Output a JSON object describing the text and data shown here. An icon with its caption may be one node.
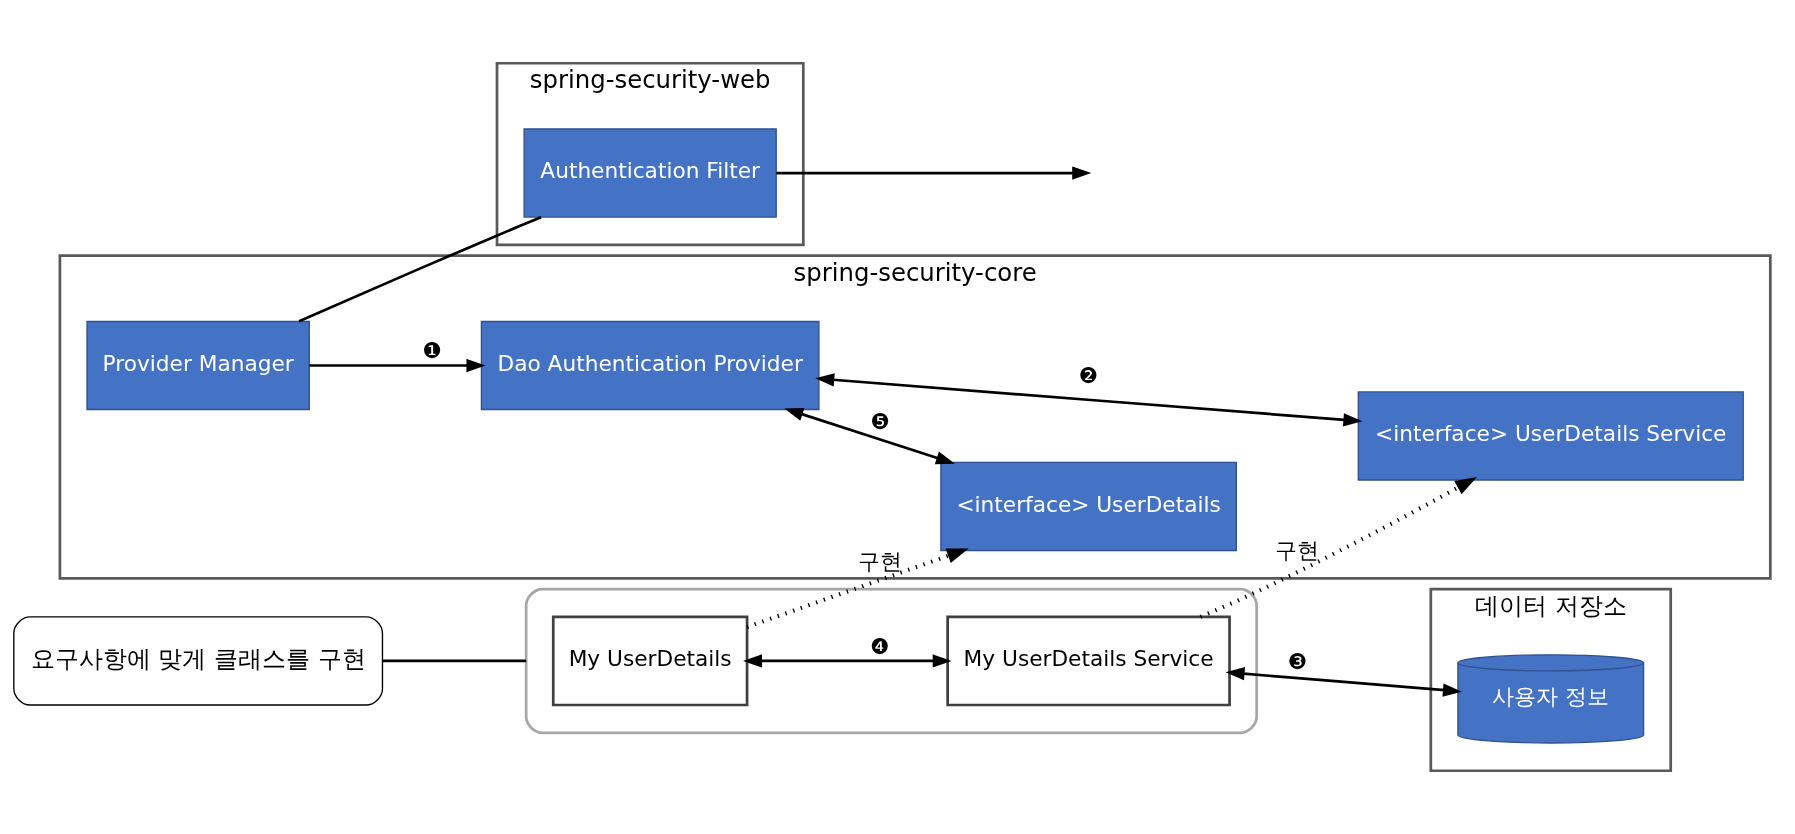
{
  "diagram": {
    "nodes": [
      {
        "text": [
          "spring-security-web"
        ]
      },
      {
        "text": [
          "Authentication Filter"
        ],
        "in": 0
      },
      {
        "text": [
          "spring-security-core"
        ]
      },
      {
        "text": [
          "Provider Manager"
        ],
        "in": 2
      },
      {
        "text": [
          "Dao Authentication Provider"
        ],
        "in": 2
      },
      {
        "text": [
          "<interface> UserDetails"
        ],
        "in": 2
      },
      {
        "text": [
          "<interface> UserDetails Service"
        ],
        "in": 2
      },
      {
        "text": [],
        "shape": "box"
      },
      {
        "text": [
          "My UserDetails"
        ],
        "in": 7
      },
      {
        "text": [
          "My UserDetails Service"
        ],
        "in": 7
      },
      {
        "text": [
          "데이터 저장소"
        ]
      },
      {
        "text": [
          "사용자 정보"
        ],
        "in": 10
      },
      {
        "text": [
          "요구사항에 맞게 클래스를 구현"
        ]
      }
    ],
    "edges": [
      {
        "from": 3,
        "to": 1,
        "arrow": "none"
      },
      {
        "from": 1,
        "to": null,
        "arrow": "to"
      },
      {
        "from": 3,
        "to": 4,
        "arrow": "to",
        "label": "❶"
      },
      {
        "from": 4,
        "to": 6,
        "arrow": "both",
        "label": "❷"
      },
      {
        "from": 9,
        "to": 11,
        "arrow": "both",
        "label": "❸"
      },
      {
        "from": 8,
        "to": 9,
        "arrow": "both",
        "label": "❹"
      },
      {
        "from": 4,
        "to": 5,
        "arrow": "both",
        "label": "❺"
      },
      {
        "from": 8,
        "to": 5,
        "arrow": "to",
        "label": "구현",
        "style": "dashed"
      },
      {
        "from": 9,
        "to": 6,
        "arrow": "to",
        "label": "구현",
        "style": "dashed"
      },
      {
        "from": 12,
        "to": 7,
        "arrow": "none"
      }
    ]
  }
}
